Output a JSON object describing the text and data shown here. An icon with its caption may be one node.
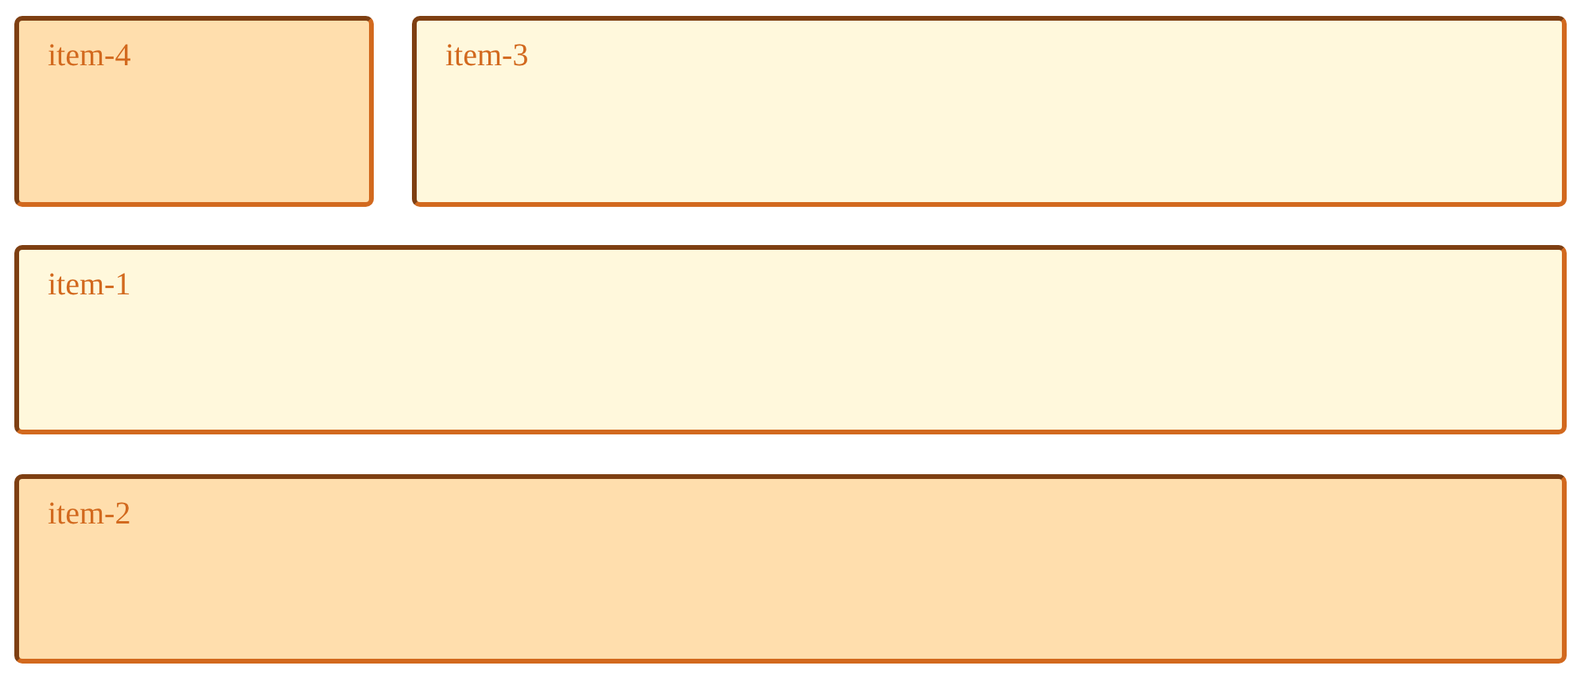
{
  "diagram": {
    "nodes": [
      {
        "text": [
          "item-4"
        ]
      },
      {
        "text": [
          "item-3"
        ]
      },
      {
        "text": [
          "item-1"
        ]
      },
      {
        "text": [
          "item-2"
        ]
      }
    ]
  }
}
